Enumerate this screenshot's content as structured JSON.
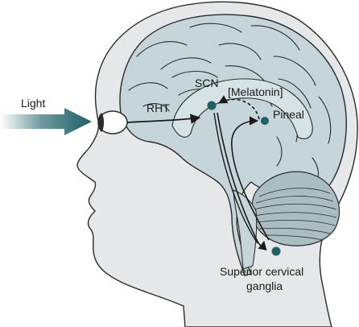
{
  "labels": {
    "light": "Light",
    "rht": "RHT",
    "scn": "SCN",
    "melatonin": "[Melatonin]",
    "pineal": "Pineal",
    "ganglia_line1": "Superior cervical",
    "ganglia_line2": "ganglia"
  },
  "colors": {
    "head_fill": "#e6e7e8",
    "brain_fill": "#c5d5d9",
    "cerebellum_fill": "#aabdc2",
    "node_fill": "#1f5f66",
    "arrow_fill": "#1f5f66",
    "outline": "#2b2b2b"
  }
}
